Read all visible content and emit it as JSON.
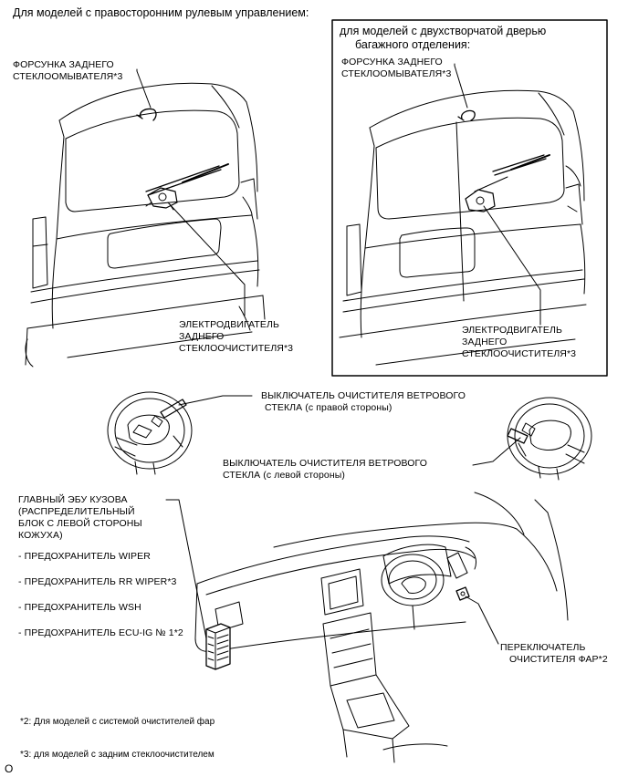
{
  "header": {
    "text": "Для моделей с правосторонним рулевым управлением:"
  },
  "left_car": {
    "washer_nozzle": [
      "ФОРСУНКА ЗАДНЕГО",
      "СТЕКЛООМЫВАТЕЛЯ*3"
    ],
    "wiper_motor": [
      "ЭЛЕКТРОДВИГАТЕЛЬ",
      "ЗАДНЕГО",
      "СТЕКЛООЧИСТИТЕЛЯ*3"
    ]
  },
  "boxed_car": {
    "title": [
      "для моделей с двухстворчатой дверью",
      "багажного отделения:"
    ],
    "washer_nozzle": [
      "ФОРСУНКА ЗАДНЕГО",
      "СТЕКЛООМЫВАТЕЛЯ*3"
    ],
    "wiper_motor": [
      "ЭЛЕКТРОДВИГАТЕЛЬ",
      "ЗАДНЕГО",
      "СТЕКЛООЧИСТИТЕЛЯ*3"
    ]
  },
  "steering": {
    "right_switch": [
      "ВЫКЛЮЧАТЕЛЬ ОЧИСТИТЕЛЯ ВЕТРОВОГО",
      "СТЕКЛА (с правой стороны)"
    ],
    "left_switch": [
      "ВЫКЛЮЧАТЕЛЬ ОЧИСТИТЕЛЯ ВЕТРОВОГО",
      "СТЕКЛА (с левой стороны)"
    ]
  },
  "dashboard": {
    "ecu": [
      "ГЛАВНЫЙ ЭБУ КУЗОВА",
      "(РАСПРЕДЕЛИТЕЛЬНЫЙ",
      "БЛОК С ЛЕВОЙ СТОРОНЫ",
      "КОЖУХА)"
    ],
    "fuses": [
      "- ПРЕДОХРАНИТЕЛЬ WIPER",
      "- ПРЕДОХРАНИТЕЛЬ RR WIPER*3",
      "- ПРЕДОХРАНИТЕЛЬ WSH",
      "- ПРЕДОХРАНИТЕЛЬ ECU-IG № 1*2"
    ],
    "headlamp_switch": [
      "ПЕРЕКЛЮЧАТЕЛЬ",
      "ОЧИСТИТЕЛЯ ФАР*2"
    ]
  },
  "footnotes": [
    "*2: Для моделей с системой очистителей фар",
    "*3: для моделей с задним стеклоочистителем"
  ],
  "page_marker": "O"
}
